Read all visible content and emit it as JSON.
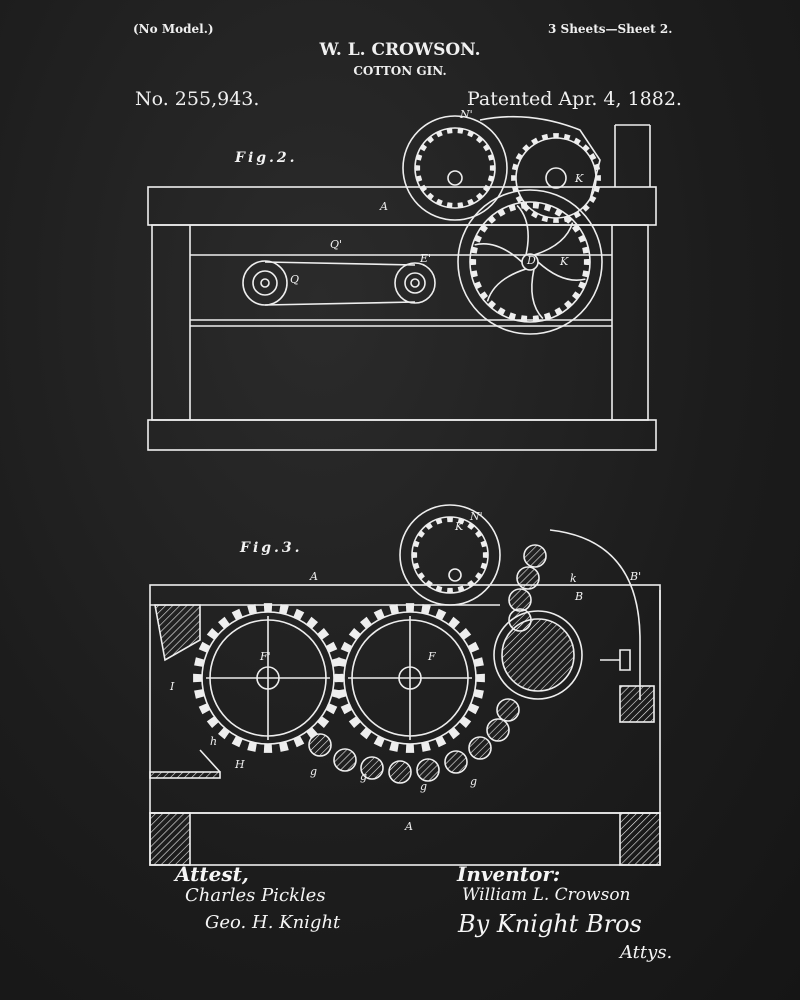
{
  "header": {
    "no_model": "(No Model.)",
    "sheets": "3 Sheets—Sheet 2.",
    "inventor": "W. L. CROWSON.",
    "title": "COTTON GIN.",
    "patent_number": "No. 255,943.",
    "patent_date": "Patented Apr. 4, 1882."
  },
  "figures": {
    "fig2": {
      "label": "Fig.2.",
      "parts": [
        "A",
        "Q'",
        "Q",
        "E'",
        "N'",
        "K",
        "D",
        "K"
      ]
    },
    "fig3": {
      "label": "Fig.3.",
      "parts": [
        "A",
        "N'",
        "K",
        "F'",
        "F",
        "I",
        "h",
        "H",
        "A",
        "B",
        "B'",
        "k",
        "g",
        "g",
        "g",
        "g"
      ]
    }
  },
  "footer": {
    "attest_label": "Attest,",
    "witness1": "Charles Pickles",
    "witness2": "Geo. H. Knight",
    "inventor_label": "Inventor:",
    "inventor_signature": "William L. Crowson",
    "attorney": "By Knight Bros",
    "attys": "Attys."
  },
  "colors": {
    "background": "#1e1e1e",
    "ink": "#f0f0f0"
  }
}
